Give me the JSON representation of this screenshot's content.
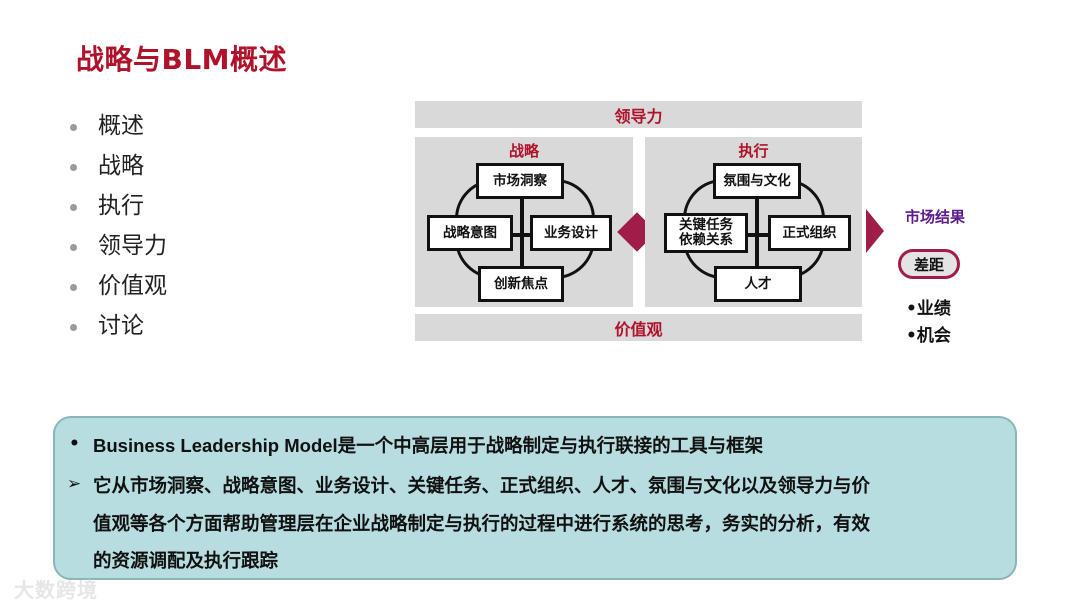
{
  "slide": {
    "title": "战略与BLM概述",
    "bullets": [
      "概述",
      "战略",
      "执行",
      "领导力",
      "价值观",
      "讨论"
    ]
  },
  "diagram": {
    "top_band": "领导力",
    "bottom_band": "价值观",
    "strategy": {
      "label": "战略",
      "top": "市场洞察",
      "left": "战略意图",
      "right": "业务设计",
      "bottom": "创新焦点"
    },
    "execution": {
      "label": "执行",
      "top": "氛围与文化",
      "left_line1": "关键任务",
      "left_line2": "依赖关系",
      "right": "正式组织",
      "bottom": "人才"
    },
    "result": {
      "title": "市场结果",
      "gap": "差距",
      "items": [
        "•业绩",
        "•机会"
      ]
    },
    "colors": {
      "accent": "#a01d49",
      "title_red": "#b0112b",
      "result_purple": "#5b1a8e"
    }
  },
  "info": {
    "bullet_marker": "•",
    "arrow_marker": "➢",
    "line1": "Business Leadership Model是一个中高层用于战略制定与执行联接的工具与框架",
    "line2": "它从市场洞察、战略意图、业务设计、关键任务、正式组织、人才、氛围与文化以及领导力与价",
    "line3": "值观等各个方面帮助管理层在企业战略制定与执行的过程中进行系统的思考，务实的分析，有效",
    "line4": "的资源调配及执行跟踪",
    "background": "#b7dde0"
  },
  "watermark": "大数跨境"
}
